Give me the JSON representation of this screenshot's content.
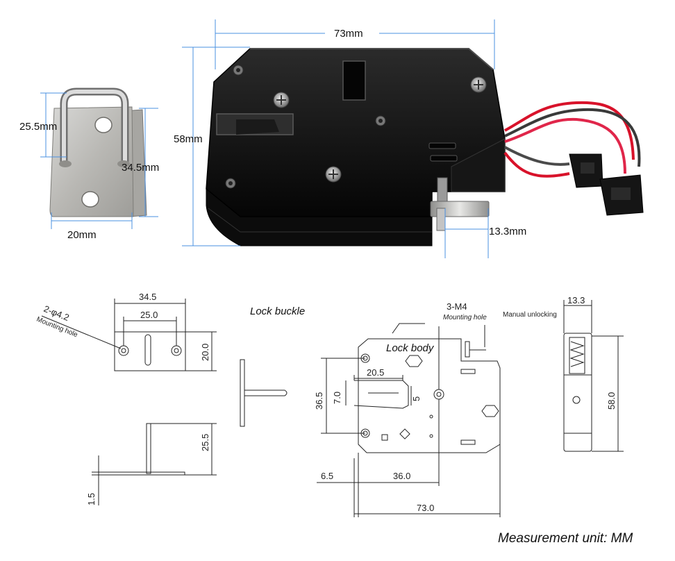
{
  "photos": {
    "buckle": {
      "height_label": "25.5mm",
      "depth_label": "34.5mm",
      "width_label": "20mm"
    },
    "lock": {
      "width_label": "73mm",
      "height_label": "58mm",
      "bolt_label": "13.3mm"
    }
  },
  "drawing": {
    "buckle_top": {
      "outer_width": "34.5",
      "hole_spacing": "25.0",
      "height": "20.0",
      "hole_callout": "2-φ4.2",
      "hole_callout_sub": "Mounting hole"
    },
    "buckle_side": {
      "height": "25.5",
      "thickness": "1.5"
    },
    "lock_buckle_title": "Lock buckle",
    "lock_body_title": "Lock body",
    "front": {
      "thread_callout": "3-M4",
      "mounting_hole": "Mounting hole",
      "manual_unlocking": "Manual unlocking",
      "slot_depth": "20.5",
      "slot_height": "7.0",
      "slot_width": "5",
      "hole_vertical": "36.5",
      "edge_offset": "6.5",
      "hole_spacing": "36.0",
      "overall_width": "73.0"
    },
    "side": {
      "bolt_projection": "13.3",
      "overall_height": "58.0"
    }
  },
  "footer": {
    "unit_note": "Measurement unit: MM"
  }
}
